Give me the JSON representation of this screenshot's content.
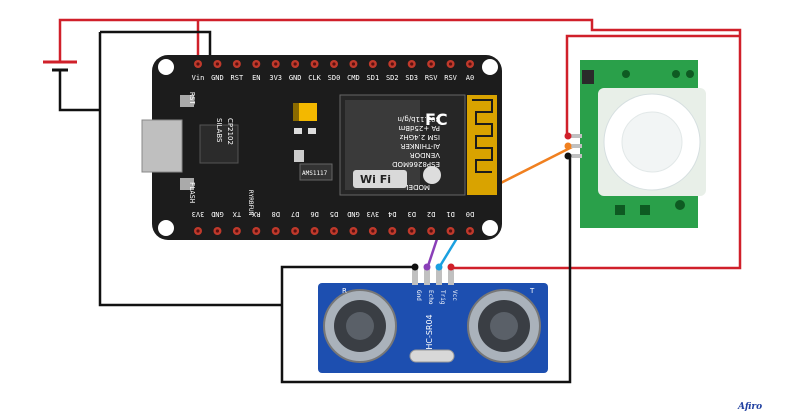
{
  "board": {
    "top_pins": [
      "Vin",
      "GND",
      "RST",
      "EN",
      "3V3",
      "GND",
      "CLK",
      "SD0",
      "CMD",
      "SD1",
      "SD2",
      "SD3",
      "RSV",
      "RSV",
      "A0"
    ],
    "bottom_pins": [
      "3V3",
      "GND",
      "TX",
      "RX",
      "D8",
      "D7",
      "D6",
      "D5",
      "GND",
      "3V3",
      "D4",
      "D3",
      "D2",
      "D1",
      "D0"
    ],
    "rst_label": "RST",
    "flash_label": "FLASH",
    "chip_usb_lines": [
      "CP2102",
      "SILABS"
    ],
    "module_lines": [
      "MODEL",
      "ESP8266MOD",
      "VENDOR",
      "AI-THINKER",
      "ISM 2.4GHz",
      "PA +25dBm",
      "802.11b/g/n"
    ],
    "wifi_label": "Wi Fi",
    "fc_label": "FC",
    "regulator_label": "AMS1117",
    "brand_label": "RYRBFUN"
  },
  "ultrasonic": {
    "model": "HC-SR04",
    "pins": [
      "Gnd",
      "Echo",
      "Trig",
      "Vcc"
    ],
    "left_mark": "R",
    "right_mark": "T"
  },
  "signature": "Afiro",
  "colors": {
    "power_wire": "#d0202a",
    "ground_wire": "#111111",
    "echo_wire": "#8a3fb8",
    "trig_wire": "#1aa0e0",
    "pir_signal_wire": "#f08020",
    "board": "#1c1c1c",
    "sonar_board": "#1d4fb0",
    "pir_board": "#2aa04a"
  }
}
